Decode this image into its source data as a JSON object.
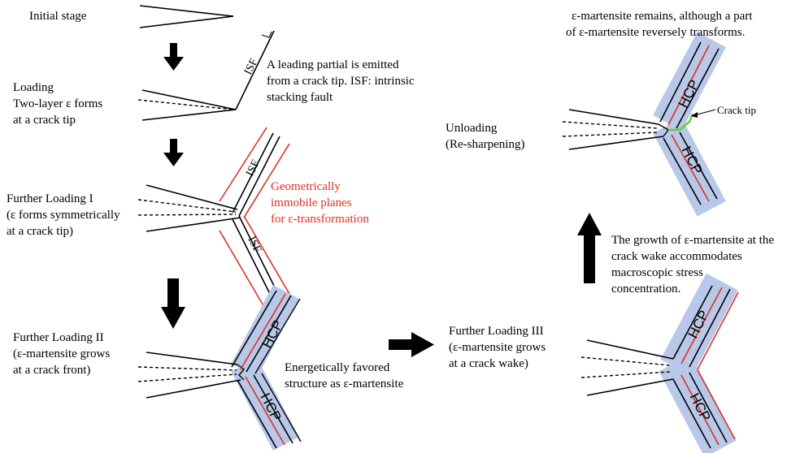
{
  "labels": {
    "initial": "Initial stage",
    "loading_1": "Loading",
    "loading_2": "Two-layer ε forms",
    "loading_3": "at a crack tip",
    "partial_1": "A leading partial is emitted",
    "partial_2": "from a crack tip. ISF: intrinsic",
    "partial_3": "stacking fault",
    "fl1_1": "Further Loading I",
    "fl1_2": "(ε forms symmetrically",
    "fl1_3": "at a crack tip)",
    "geo_1": "Geometrically",
    "geo_2": " immobile planes",
    "geo_3": "for ε-transformation",
    "fl2_1": "Further Loading II",
    "fl2_2": "(ε-martensite grows",
    "fl2_3": "at a crack front)",
    "ener_1": "Energetically favored",
    "ener_2": "structure as ε-martensite",
    "fl3_1": "Further Loading III",
    "fl3_2": "(ε-martensite grows",
    "fl3_3": "at a crack wake)",
    "growth_1": "The growth of ε-martensite at the",
    "growth_2": "crack wake accommodates",
    "growth_3": "macroscopic stress",
    "growth_4": "concentration.",
    "unload_1": "Unloading",
    "unload_2": "(Re-sharpening)",
    "remains_1": "ε-martensite remains, although a part",
    "remains_2": "of ε-martensite reversely transforms.",
    "crack_tip": "Crack tip",
    "isf": "ISF",
    "hcp": "HCP"
  },
  "colors": {
    "red": "#e0301e",
    "band": "#b8c8e8",
    "green": "#66cc33",
    "ink": "#000000"
  }
}
